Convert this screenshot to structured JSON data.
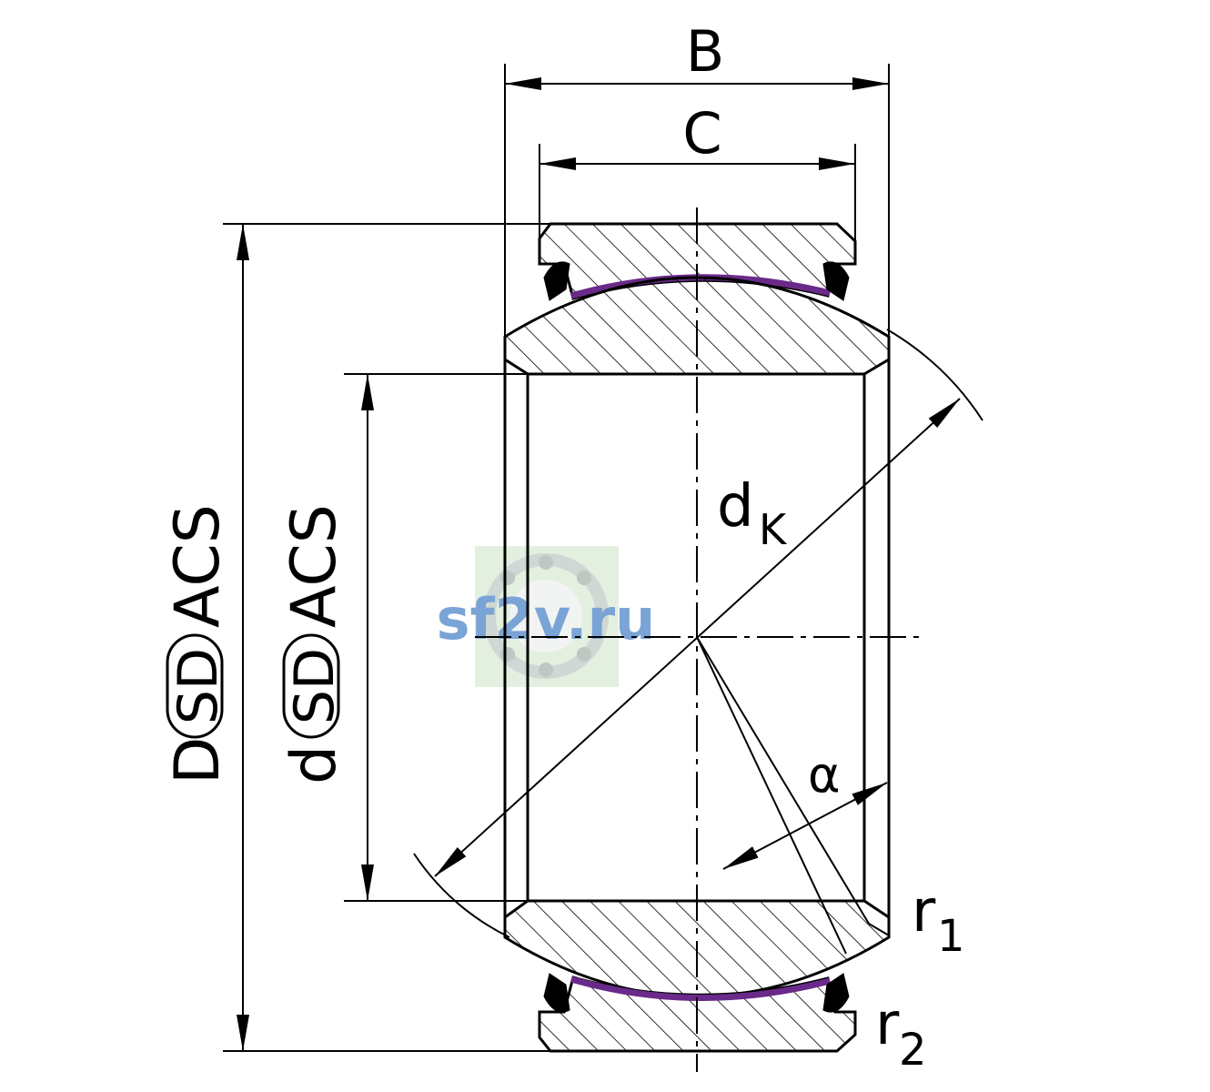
{
  "labels": {
    "B": "B",
    "C": "C",
    "dk_main": "d",
    "dk_sub": "K",
    "alpha": "α",
    "r1_main": "r",
    "r1_sub": "1",
    "r2_main": "r",
    "r2_sub": "2",
    "D_prefix": "D",
    "D_code": "SD",
    "D_suffix": "ACS",
    "d_prefix": "d",
    "d_code": "SD",
    "d_suffix": "ACS"
  },
  "watermark": {
    "text": "sf2v.ru"
  },
  "colors": {
    "line": "#000000",
    "liner": "#6a2a8a",
    "watermark_text": "#7aa3d6",
    "watermark_bg": "#e3f0e0"
  }
}
